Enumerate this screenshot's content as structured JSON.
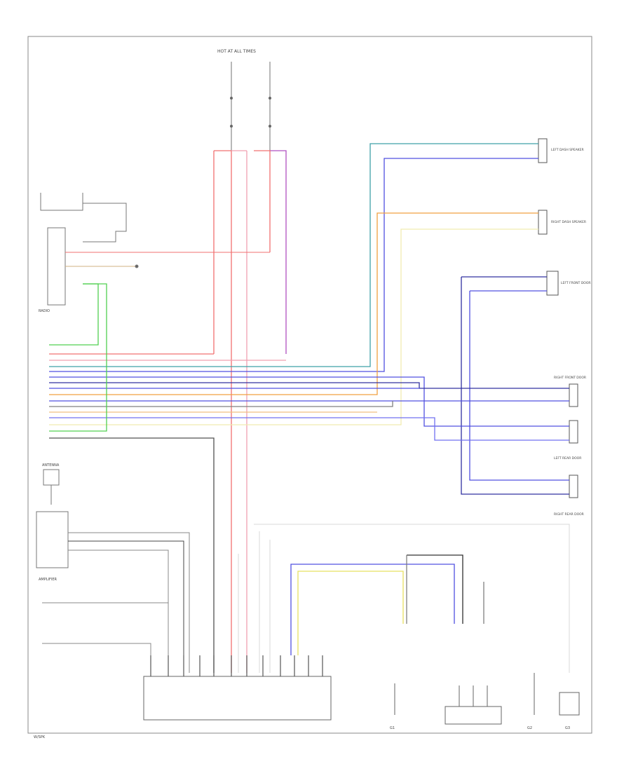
{
  "labels": {
    "fuse_block_title": "HOT AT ALL TIMES",
    "amp_module": "AMPLIFIER",
    "radio_module": "RADIO",
    "left_front_door": "LEFT FRONT DOOR",
    "right_front_door": "RIGHT FRONT DOOR",
    "left_rear_door": "LEFT REAR DOOR",
    "right_rear_door": "RIGHT REAR DOOR",
    "dash_speaker_left": "LEFT DASH SPEAKER",
    "dash_speaker_right": "RIGHT DASH SPEAKER",
    "antenna": "ANTENNA",
    "ground_g1": "G1",
    "ground_g2": "G2",
    "ground_g3": "G3",
    "corner_tag": "W/SPK"
  },
  "colors": {
    "red": "#f07070",
    "pink": "#f0a0b0",
    "purple": "#b050c0",
    "teal": "#3fa0a8",
    "blue": "#5050e0",
    "navy": "#3030a0",
    "orange": "#f0a040",
    "yellow": "#e8e060",
    "pale_yellow": "#f0ecb0",
    "green": "#50d050",
    "gray": "#808080",
    "dark": "#303030",
    "light": "#d0d0d0"
  }
}
